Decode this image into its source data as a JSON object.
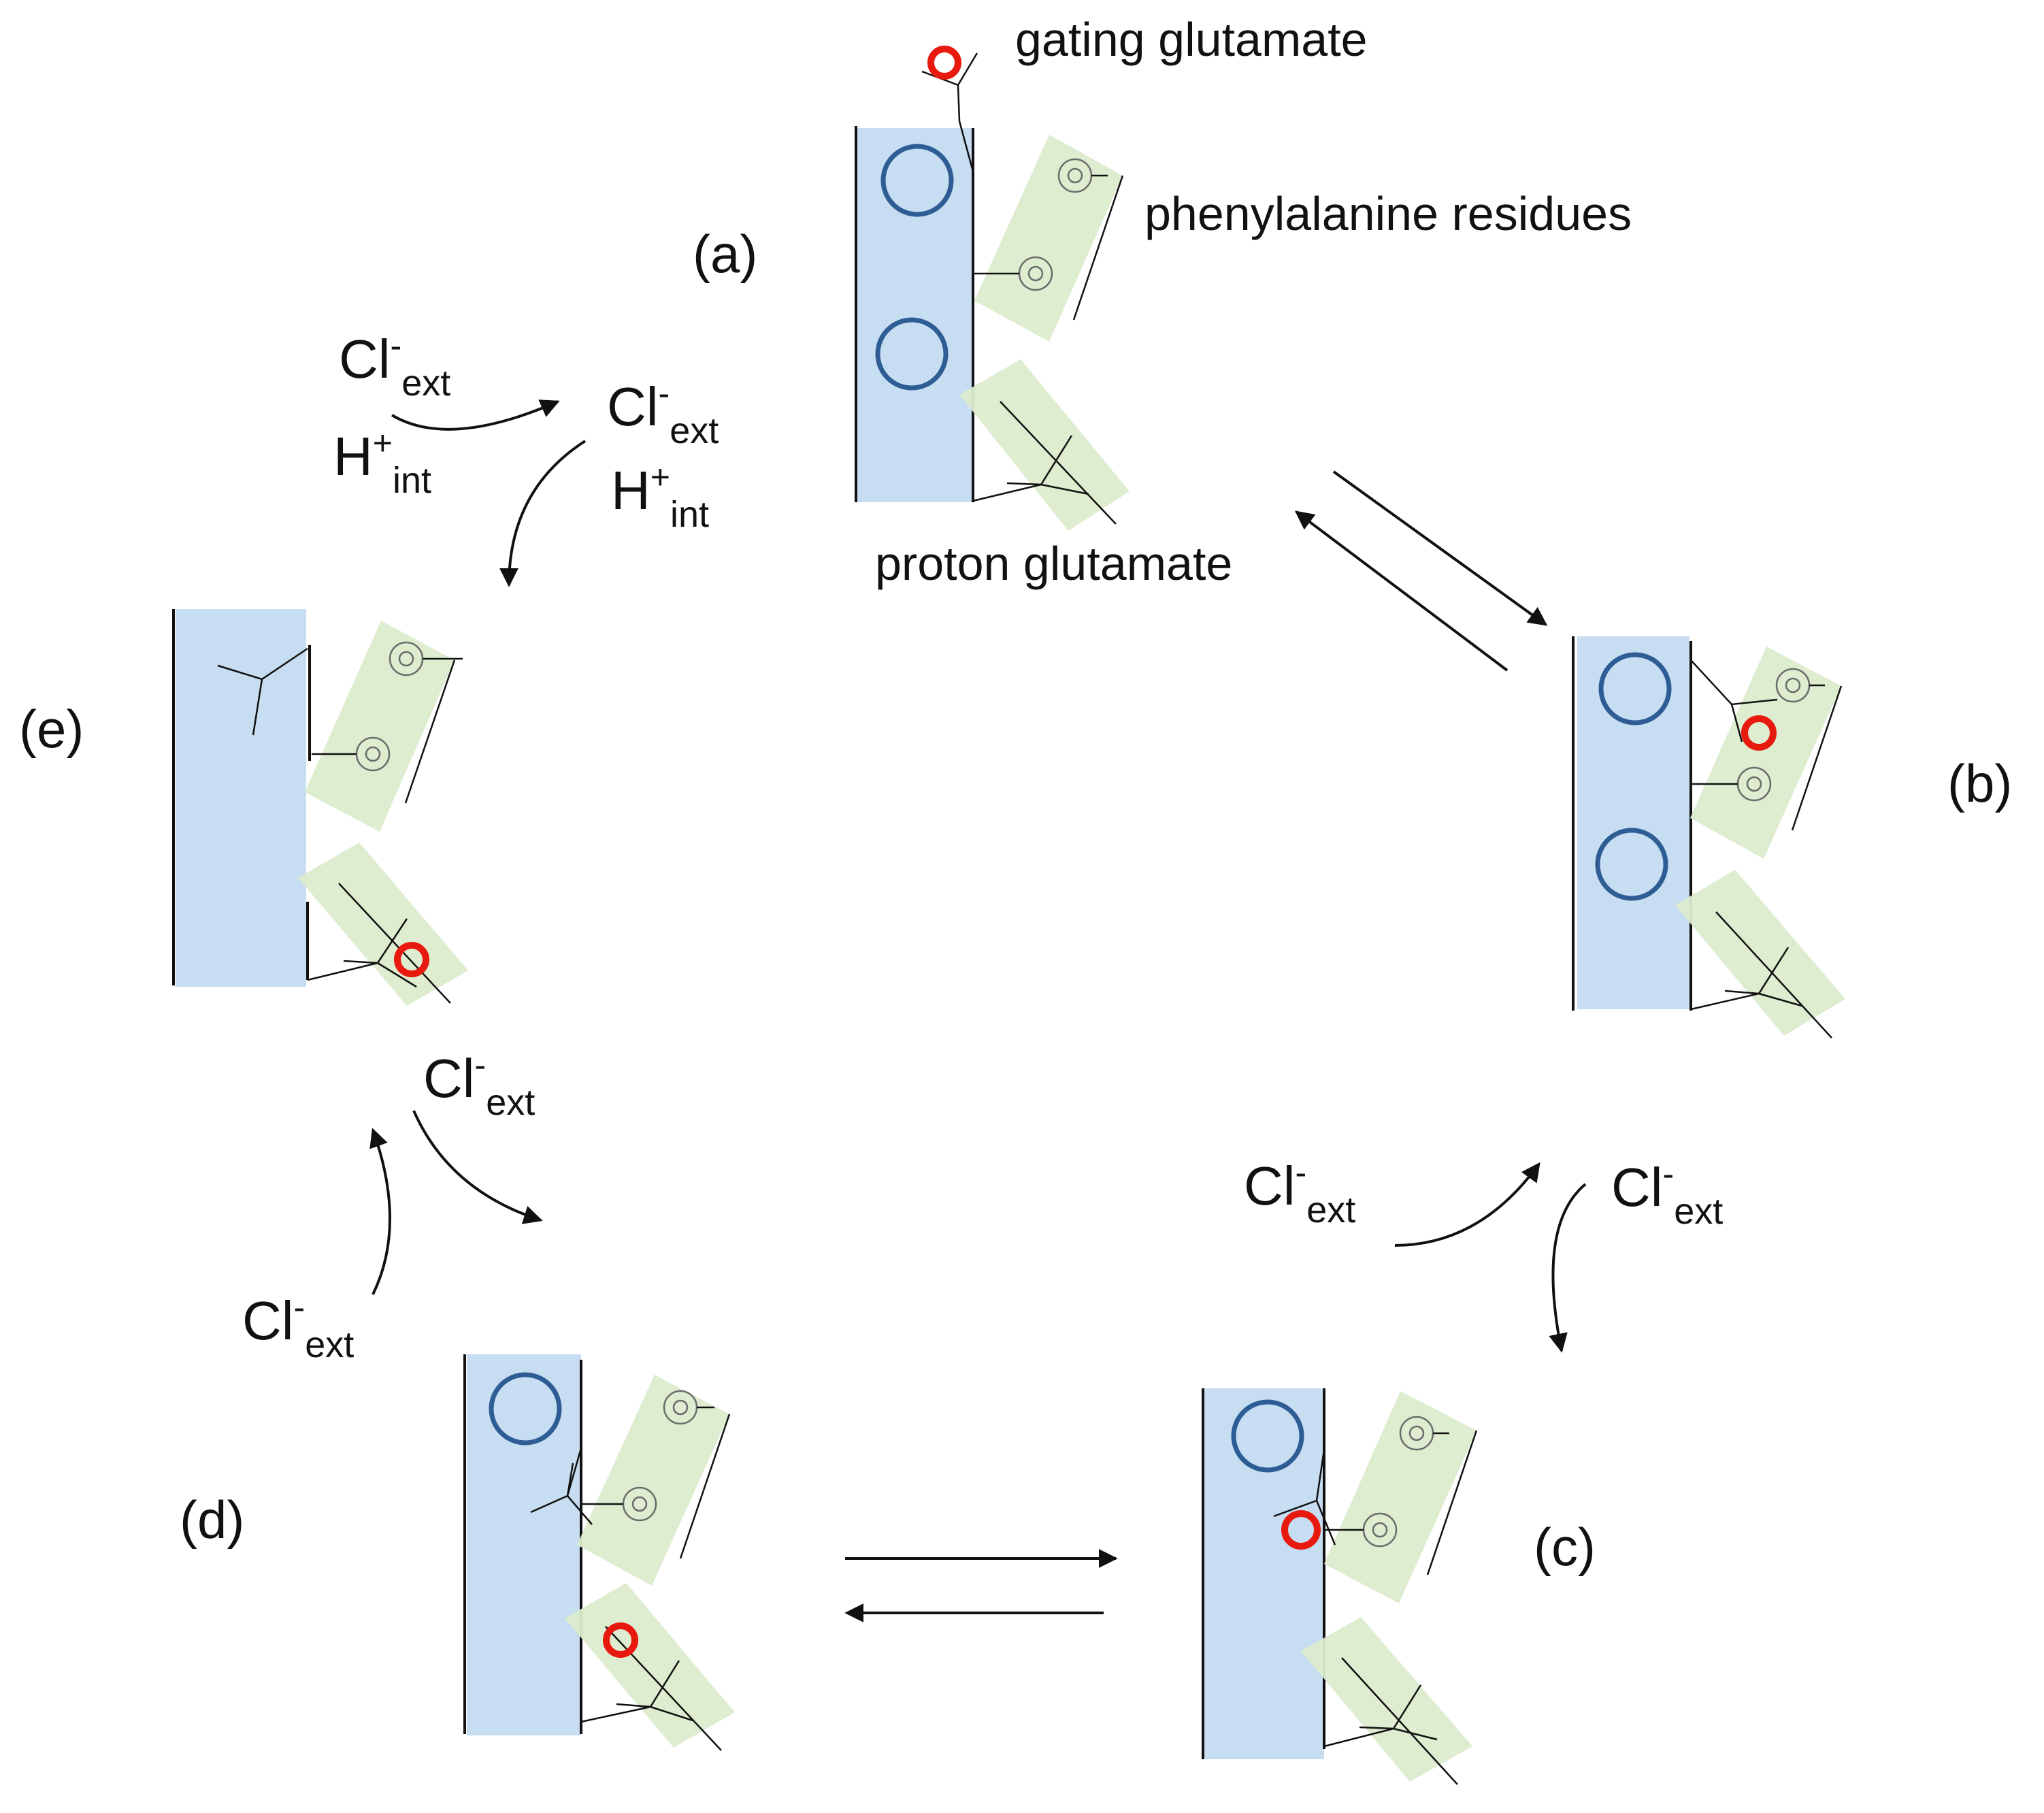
{
  "diagram": {
    "annotations": {
      "gating_glutamate": "gating glutamate",
      "phenylalanine_residues": "phenylalanine residues",
      "proton_glutamate": "proton glutamate"
    },
    "states": {
      "a": "(a)",
      "b": "(b)",
      "c": "(c)",
      "d": "(d)",
      "e": "(e)"
    },
    "ions": {
      "cl_main": "Cl",
      "cl_charge": "-",
      "ext_sub": "ext",
      "h_main": "H",
      "h_charge": "+",
      "int_sub": "int"
    },
    "colors": {
      "pocket": "#c7ddf1",
      "helix": "#dcebcd",
      "binding_site": "#2e5c94",
      "chloride_ion": "#e8190e"
    }
  }
}
